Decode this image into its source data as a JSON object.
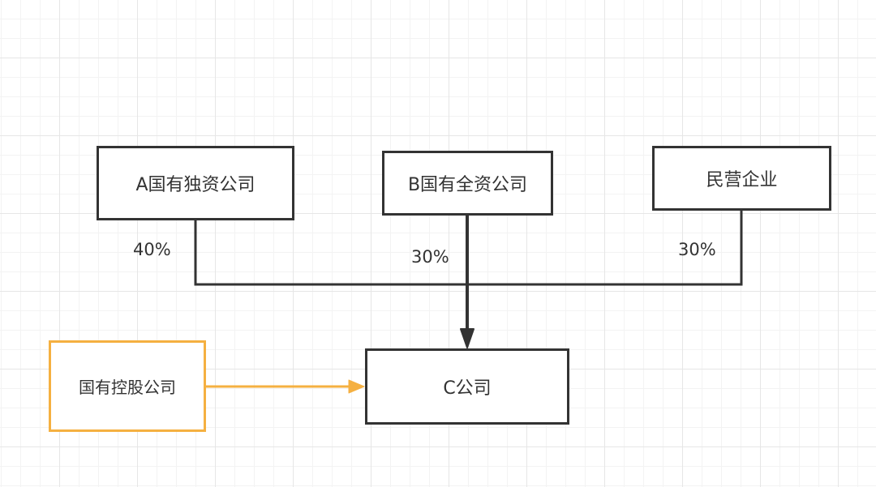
{
  "nodes": {
    "company_a": "A国有独资公司",
    "company_b": "B国有全资公司",
    "private_enterprise": "民营企业",
    "company_c": "C公司",
    "state_holding_company": "国有控股公司"
  },
  "shares": {
    "company_a": "40%",
    "company_b": "30%",
    "private_enterprise": "30%"
  },
  "colors": {
    "stroke": "#333333",
    "highlight": "#f5b041",
    "grid": "#e6e6e6"
  }
}
